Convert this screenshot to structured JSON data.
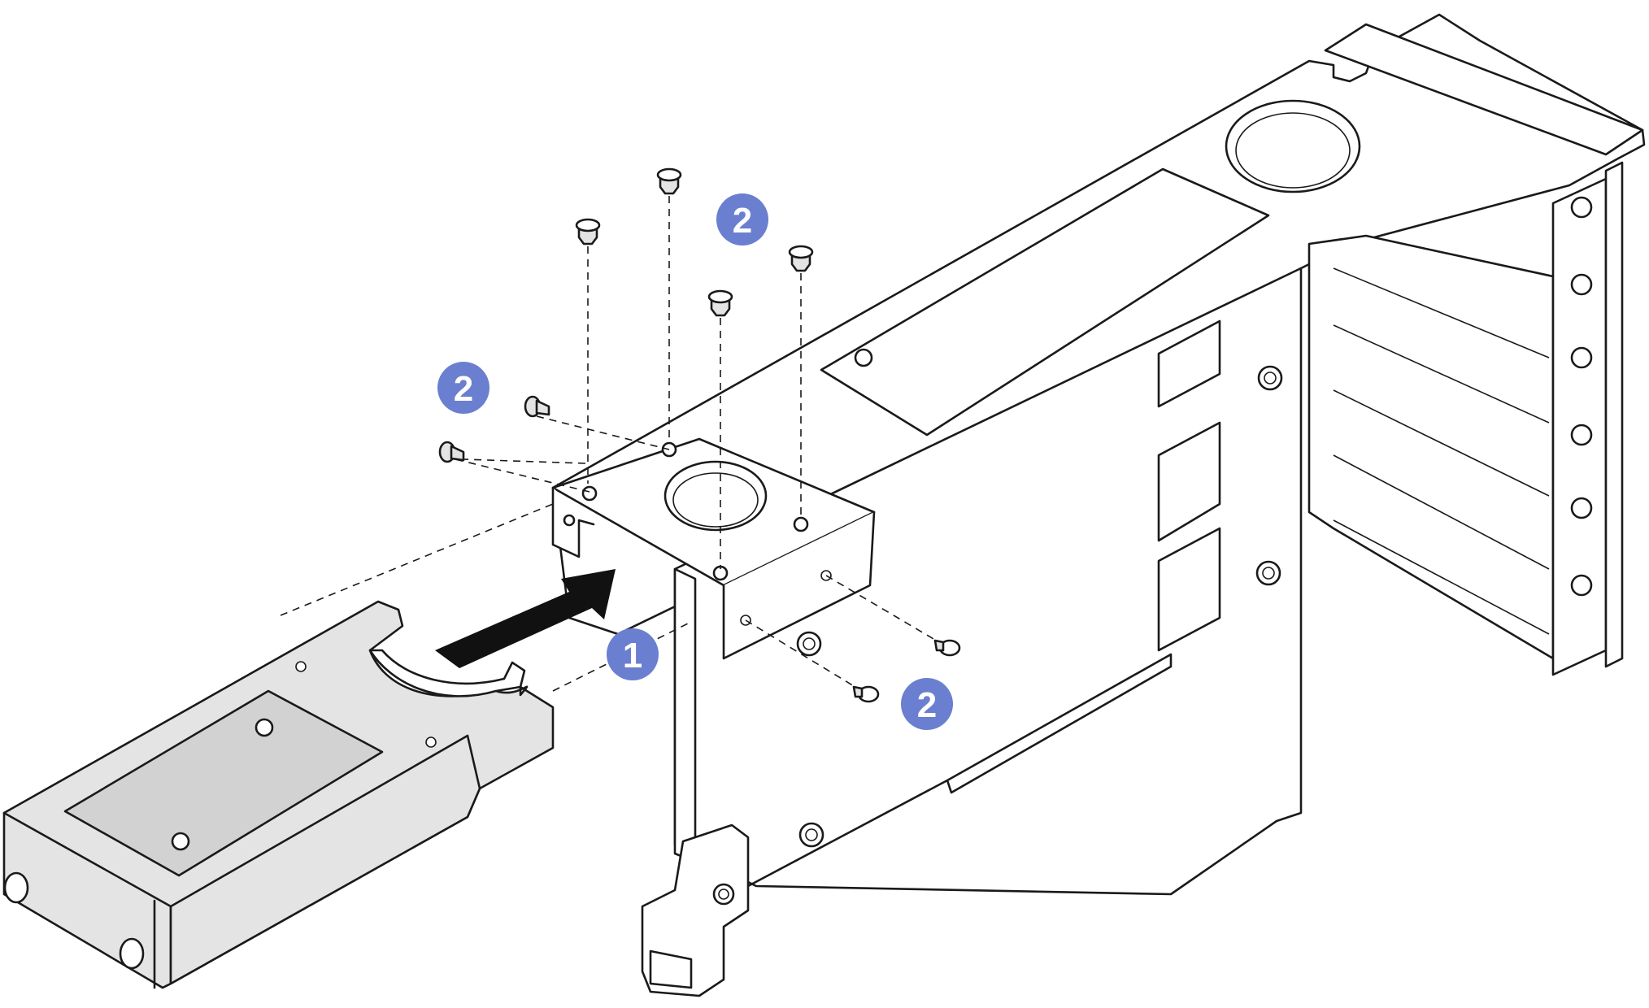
{
  "diagram": {
    "colors": {
      "line": "#1a1a1a",
      "callout": "#6a7fcf",
      "adapter_fill": "#e4e4e4",
      "background": "#ffffff"
    },
    "callouts": [
      {
        "id": "step-1",
        "label": "1"
      },
      {
        "id": "step-2-top",
        "label": "2"
      },
      {
        "id": "step-2-left",
        "label": "2"
      },
      {
        "id": "step-2-right",
        "label": "2"
      }
    ]
  }
}
